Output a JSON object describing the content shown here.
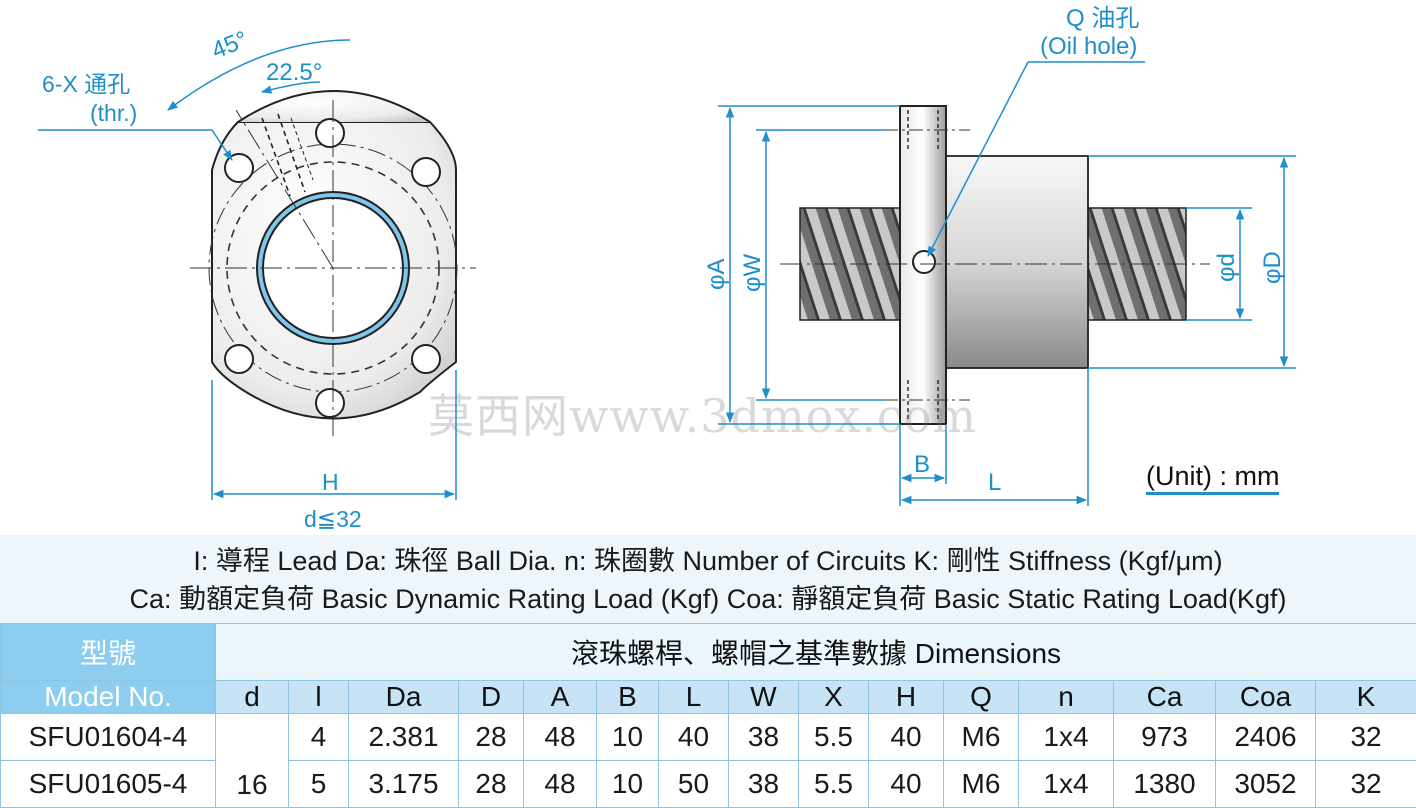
{
  "drawing": {
    "labels": {
      "angle_outer": "45°",
      "angle_inner": "22.5°",
      "hole_callout": "6-X 通孔",
      "hole_callout_en": "(thr.)",
      "width_dim": "H",
      "diameter_note": "d≦32",
      "oil_hole": "Q 油孔",
      "oil_hole_en": "(Oil hole)",
      "phi_a": "φA",
      "phi_w": "φW",
      "phi_d_small": "φd",
      "phi_d_large": "φD",
      "flange_b": "B",
      "length_l": "L"
    },
    "unit_label": "(Unit) : mm",
    "watermark": "莫西网www.3dmox.com",
    "line_color": "#1e8fc8"
  },
  "legend": {
    "line1": "I: 導程  Lead     Da: 珠徑  Ball Dia.    n: 珠圈數  Number of Circuits     K: 剛性  Stiffness (Kgf/μm)",
    "line2": "Ca: 動額定負荷  Basic Dynamic Rating Load (Kgf)    Coa: 靜額定負荷  Basic Static Rating Load(Kgf)"
  },
  "table": {
    "model_header_zh": "型號",
    "model_header_en": "Model No.",
    "dims_header": "滾珠螺桿、螺帽之基準數據  Dimensions",
    "columns": [
      "d",
      "l",
      "Da",
      "D",
      "A",
      "B",
      "L",
      "W",
      "X",
      "H",
      "Q",
      "n",
      "Ca",
      "Coa",
      "K"
    ],
    "shared_d": "16",
    "rows": [
      {
        "model": "SFU01604-4",
        "values": [
          "4",
          "2.381",
          "28",
          "48",
          "10",
          "40",
          "38",
          "5.5",
          "40",
          "M6",
          "1x4",
          "973",
          "2406",
          "32"
        ]
      },
      {
        "model": "SFU01605-4",
        "values": [
          "5",
          "3.175",
          "28",
          "48",
          "10",
          "50",
          "38",
          "5.5",
          "40",
          "M6",
          "1x4",
          "1380",
          "3052",
          "32"
        ]
      }
    ],
    "header_color": "#8dcdf0"
  }
}
